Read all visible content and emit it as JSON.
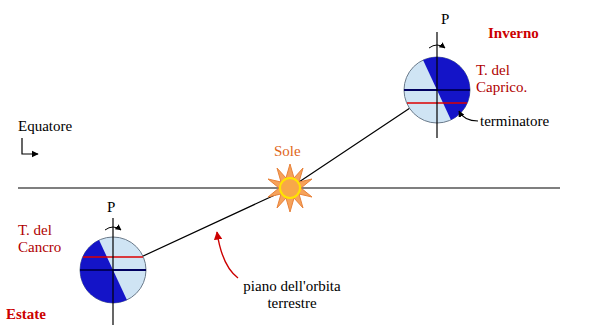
{
  "diagram": {
    "labels": [
      "P",
      "Inverno",
      "T. del Caprico.",
      "terminatore",
      "Sole",
      "Equatore",
      "T. del Cancro",
      "P",
      "Estate",
      "piano dell'orbita terrestre"
    ]
  }
}
